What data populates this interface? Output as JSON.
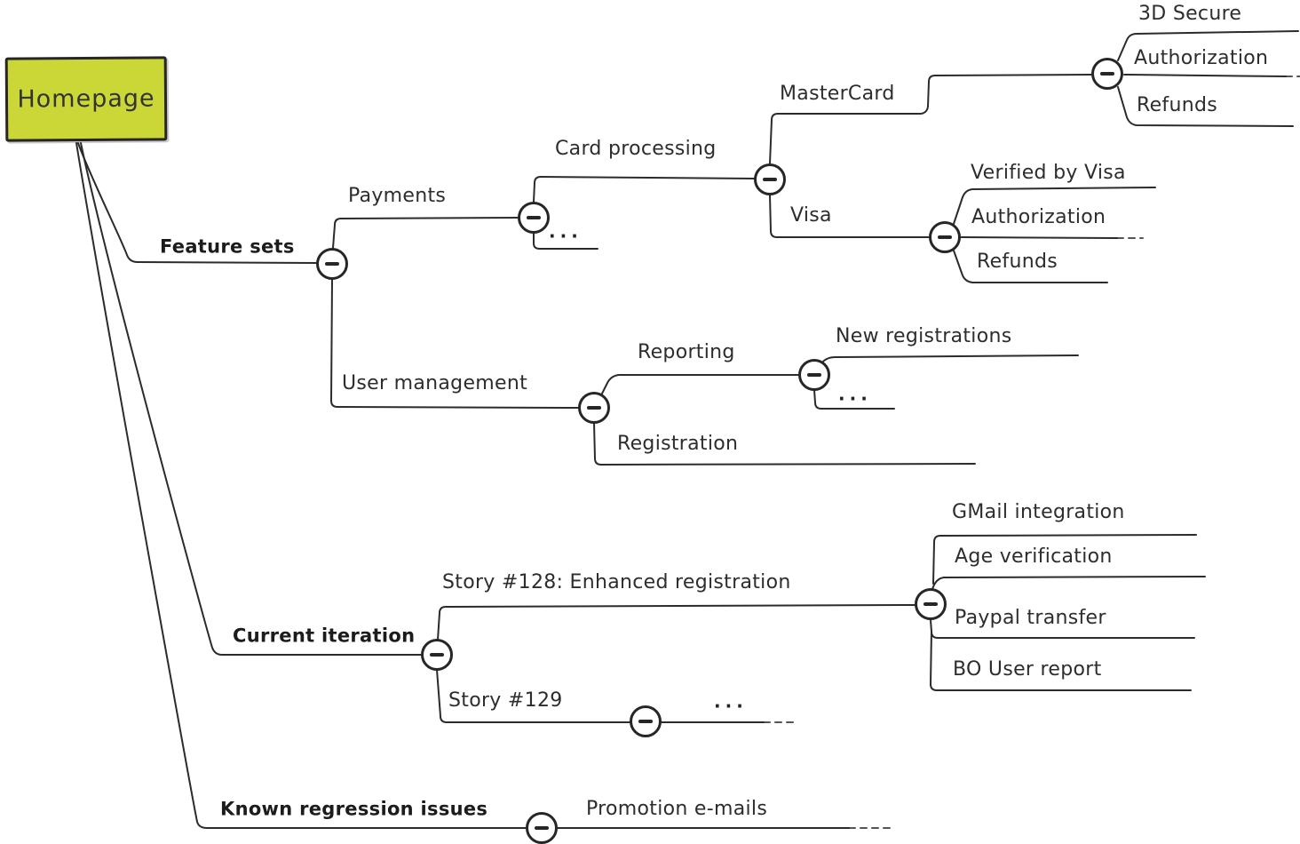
{
  "colors": {
    "root_fill": "#cbd637",
    "line": "#2b2b2b",
    "text": "#2d2d2d"
  },
  "tree": {
    "root": {
      "label": "Homepage"
    },
    "branches": [
      {
        "label": "Feature sets",
        "children": [
          {
            "label": "Payments",
            "collapsed_indicator": "...",
            "children": [
              {
                "label": "Card processing",
                "children": [
                  {
                    "label": "MasterCard",
                    "children": [
                      {
                        "label": "3D Secure"
                      },
                      {
                        "label": "Authorization"
                      },
                      {
                        "label": "Refunds"
                      }
                    ]
                  },
                  {
                    "label": "Visa",
                    "children": [
                      {
                        "label": "Verified by Visa"
                      },
                      {
                        "label": "Authorization"
                      },
                      {
                        "label": "Refunds"
                      }
                    ]
                  }
                ]
              }
            ]
          },
          {
            "label": "User management",
            "children": [
              {
                "label": "Reporting",
                "collapsed_indicator": "...",
                "children": [
                  {
                    "label": "New registrations"
                  }
                ]
              },
              {
                "label": "Registration"
              }
            ]
          }
        ]
      },
      {
        "label": "Current iteration",
        "children": [
          {
            "label": "Story #128: Enhanced registration",
            "children": [
              {
                "label": "GMail integration"
              },
              {
                "label": "Age verification"
              },
              {
                "label": "Paypal transfer"
              },
              {
                "label": "BO User report"
              }
            ]
          },
          {
            "label": "Story #129",
            "collapsed_indicator": "..."
          }
        ]
      },
      {
        "label": "Known regression issues",
        "children": [
          {
            "label": "Promotion e-mails"
          }
        ]
      }
    ]
  }
}
